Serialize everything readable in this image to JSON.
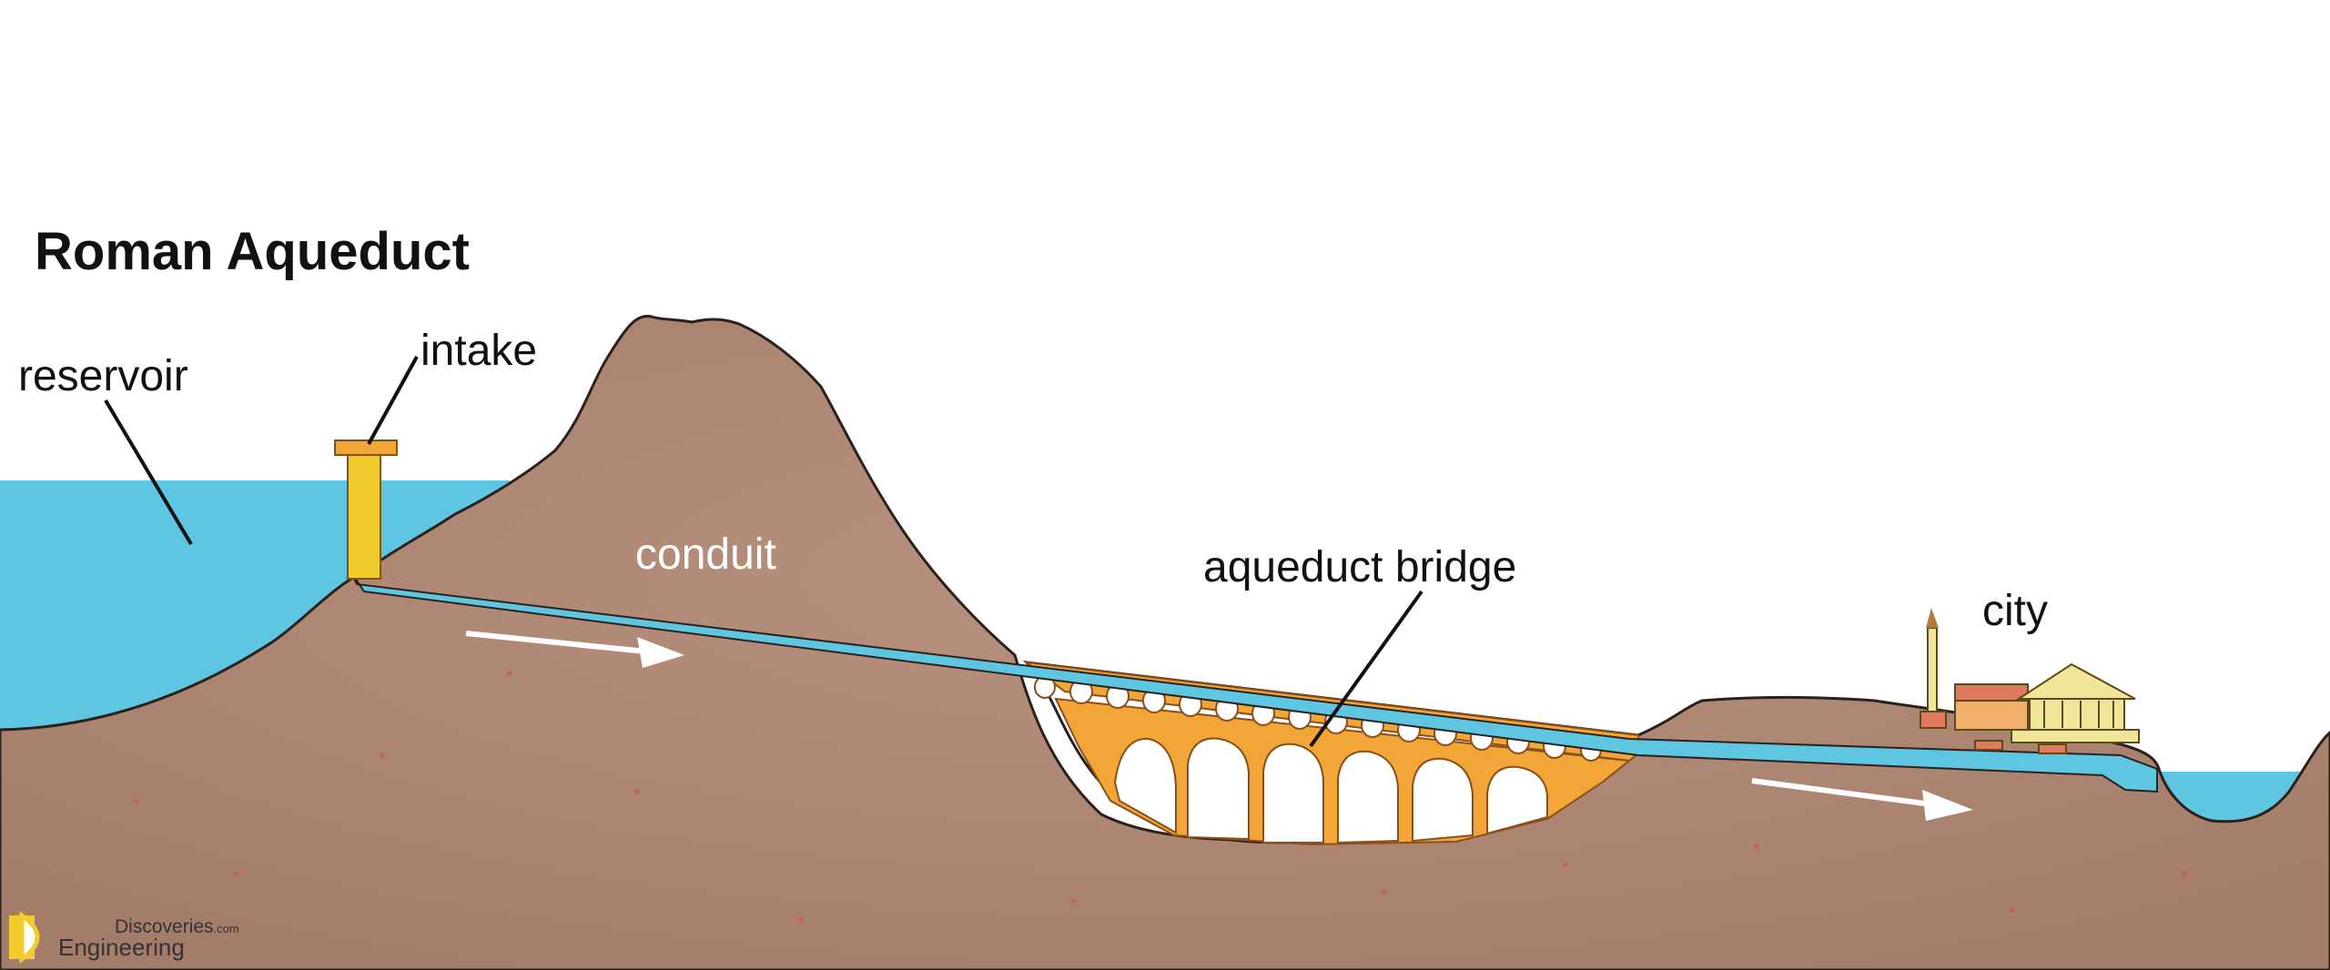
{
  "title": "Roman Aqueduct",
  "labels": {
    "reservoir": "reservoir",
    "intake": "intake",
    "conduit": "conduit",
    "aqueduct_bridge": "aqueduct bridge",
    "city": "city"
  },
  "watermark": {
    "line1": "Discoveries",
    "line1_suffix": ".com",
    "line2": "Engineering"
  },
  "colors": {
    "earth": "#b08774",
    "earth_outline": "#2a211c",
    "water": "#5ec6e0",
    "bridge": "#f2a637",
    "intake_tower": "#f1cc2c",
    "temple": "#f1e59a",
    "roof": "#e07a5c",
    "arrow": "#ffffff"
  }
}
